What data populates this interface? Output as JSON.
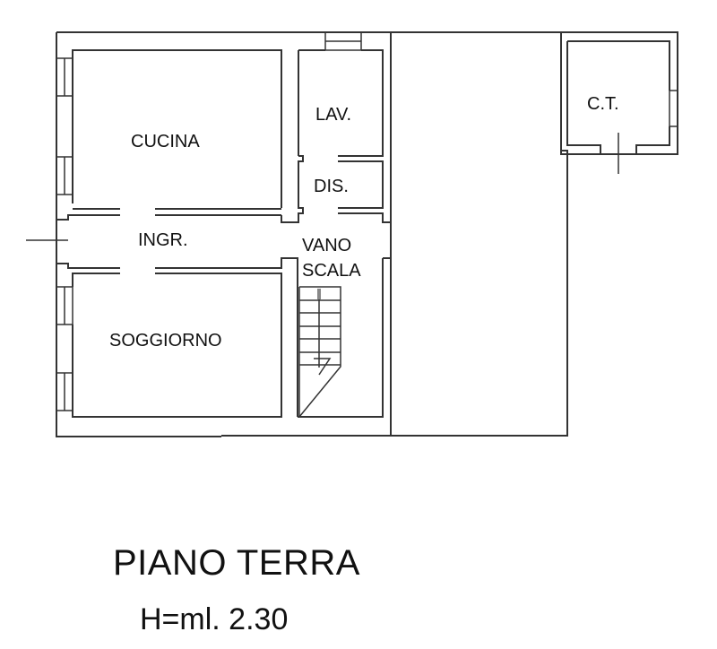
{
  "plan": {
    "title": "PIANO TERRA",
    "height_label": "H=ml. 2.30",
    "line_color": "#333333",
    "rooms": {
      "cucina": "CUCINA",
      "lav": "LAV.",
      "dis": "DIS.",
      "ingr": "INGR.",
      "vano": "VANO",
      "scala": "SCALA",
      "soggiorno": "SOGGIORNO",
      "ct": "C.T."
    }
  }
}
